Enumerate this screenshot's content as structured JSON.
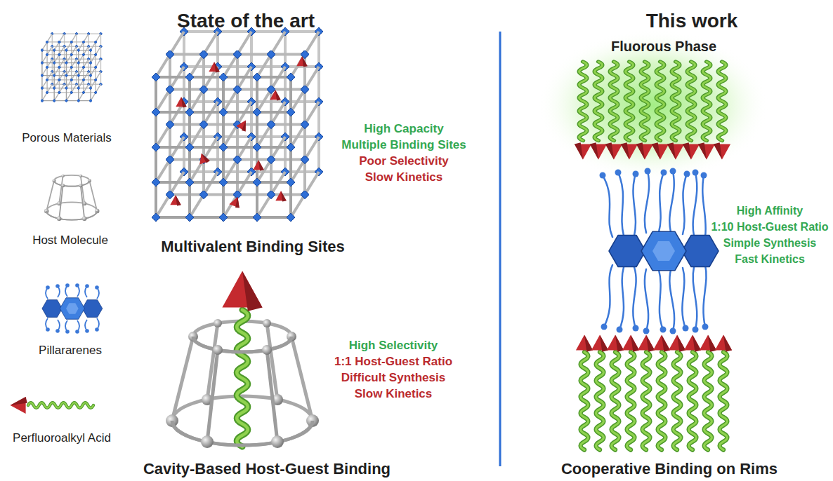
{
  "diagram": {
    "labels": [
      "State of the art",
      "This work",
      "Multivalent Binding Sites",
      "High Capacity",
      "Multiple Binding Sites",
      "Poor Selectivity",
      "Slow Kinetics",
      "Cavity-Based Host-Guest Binding",
      "High Selectivity",
      "1:1 Host-Guest Ratio",
      "Difficult Synthesis",
      "Slow Kinetics",
      "Fluorous Phase",
      "High Affinity",
      "1:10 Host-Guest Ratio",
      "Simple Synthesis",
      "Fast Kinetics",
      "Cooperative Binding on Rims"
    ],
    "legend": [
      {
        "text": "Porous Materials"
      },
      {
        "text": "Host Molecule"
      },
      {
        "text": "Pillararenes"
      },
      {
        "text": "Perfluoroalkyl Acid"
      }
    ]
  }
}
